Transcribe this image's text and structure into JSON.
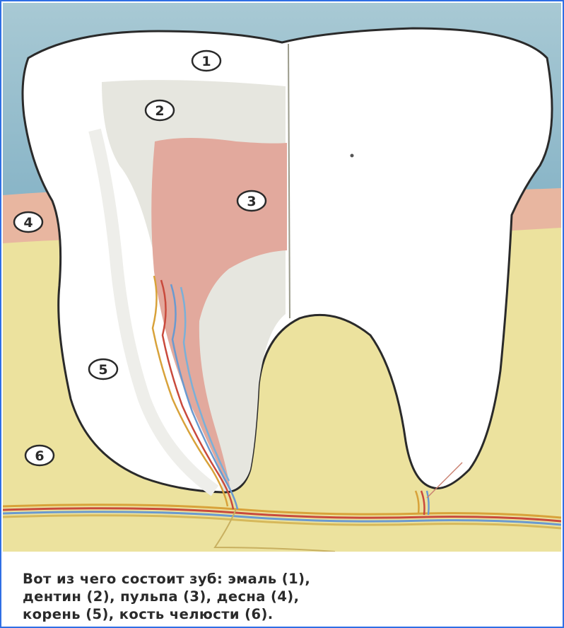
{
  "diagram": {
    "markers": [
      {
        "id": "enamel",
        "label": "1"
      },
      {
        "id": "dentin",
        "label": "2"
      },
      {
        "id": "pulp",
        "label": "3"
      },
      {
        "id": "gum",
        "label": "4"
      },
      {
        "id": "root",
        "label": "5"
      },
      {
        "id": "jaw-bone",
        "label": "6"
      }
    ]
  },
  "caption": {
    "lines": [
      "Вот из чего состоит зуб: эмаль  (1),",
      "дентин  (2), пульпа  (3), десна  (4),",
      "корень  (5), кость челюсти  (6)."
    ]
  },
  "colors": {
    "sky": "#8fb9c9",
    "gum": "#e8b6a0",
    "bone": "#ece29e",
    "dentin": "#e6e6df",
    "pulp": "#e2a99d",
    "enamel": "#ffffff",
    "outline": "#2a2a2a"
  }
}
